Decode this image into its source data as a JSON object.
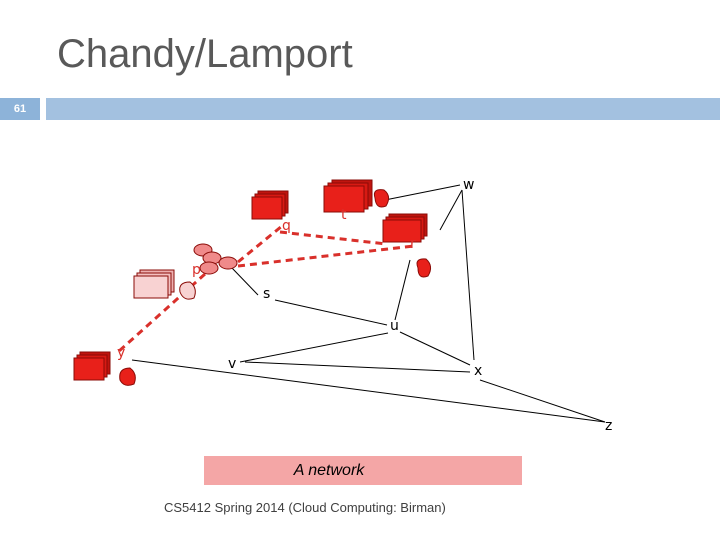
{
  "slide": {
    "title": "Chandy/Lamport",
    "number": "61",
    "footer": "CS5412 Spring 2014 (Cloud Computing: Birman)"
  },
  "diagram": {
    "nodes": {
      "w": "w",
      "q": "q",
      "t": "t",
      "r": "r",
      "p": "p",
      "s": "s",
      "u": "u",
      "y": "y",
      "v": "v",
      "x": "x",
      "z": "z"
    },
    "caption": "A network",
    "colors": {
      "channel_dashed": "#d9302b",
      "process_fill": "#e8201a",
      "process_light": "#f4a6a6",
      "message_fill": "#f08a8a",
      "caption_bg": "#f4a6a6",
      "header_bar": "#a3c1e0"
    }
  }
}
